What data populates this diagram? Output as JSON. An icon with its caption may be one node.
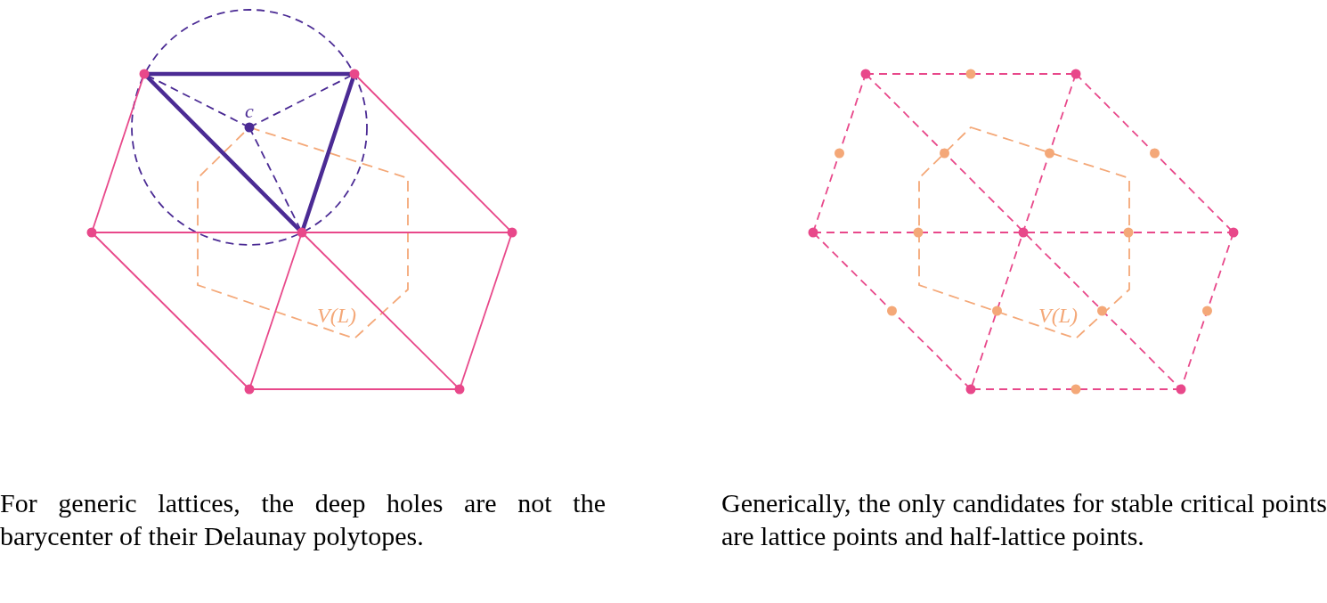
{
  "diagram": {
    "labels": [
      "c",
      "V(L)",
      "V(L)",
      "For generic lattices, the deep holes are not the barycenter of their Delaunay polytopes.",
      "Generically, the only candidates for stable critical points are lattice points and half-lattice points."
    ]
  }
}
